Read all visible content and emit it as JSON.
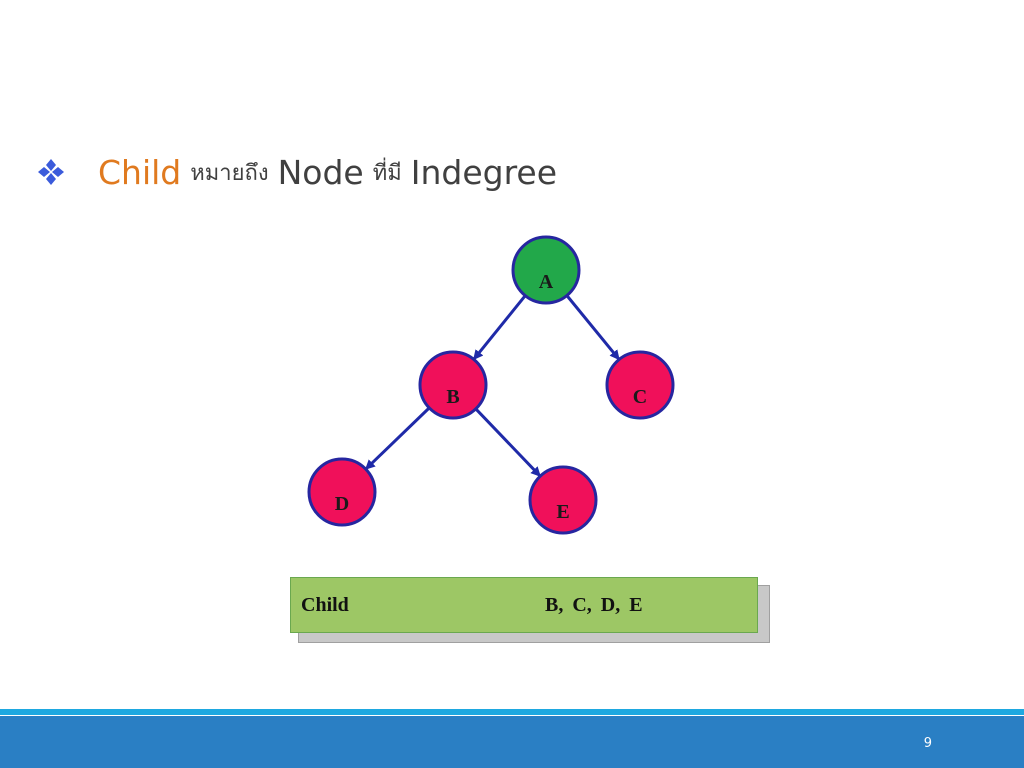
{
  "bullet": {
    "icon": "diamond-cluster-icon",
    "color": "#3b5bdb",
    "title_child": "Child",
    "title_thai_1": "หมายถึง",
    "title_node": "Node",
    "title_thai_2": "ที่มี",
    "title_indegree": "Indegree"
  },
  "tree": {
    "nodes": [
      {
        "id": "A",
        "label": "A",
        "color": "#22a84a"
      },
      {
        "id": "B",
        "label": "B",
        "color": "#f0105a"
      },
      {
        "id": "C",
        "label": "C",
        "color": "#f0105a"
      },
      {
        "id": "D",
        "label": "D",
        "color": "#f0105a"
      },
      {
        "id": "E",
        "label": "E",
        "color": "#f0105a"
      }
    ],
    "edges": [
      {
        "from": "A",
        "to": "B"
      },
      {
        "from": "A",
        "to": "C"
      },
      {
        "from": "B",
        "to": "D"
      },
      {
        "from": "B",
        "to": "E"
      }
    ],
    "edge_color": "#1f2aa8",
    "node_border_color": "#2626a0"
  },
  "result": {
    "label": "Child",
    "value": "B, C, D, E"
  },
  "footer": {
    "page_number": "9"
  }
}
